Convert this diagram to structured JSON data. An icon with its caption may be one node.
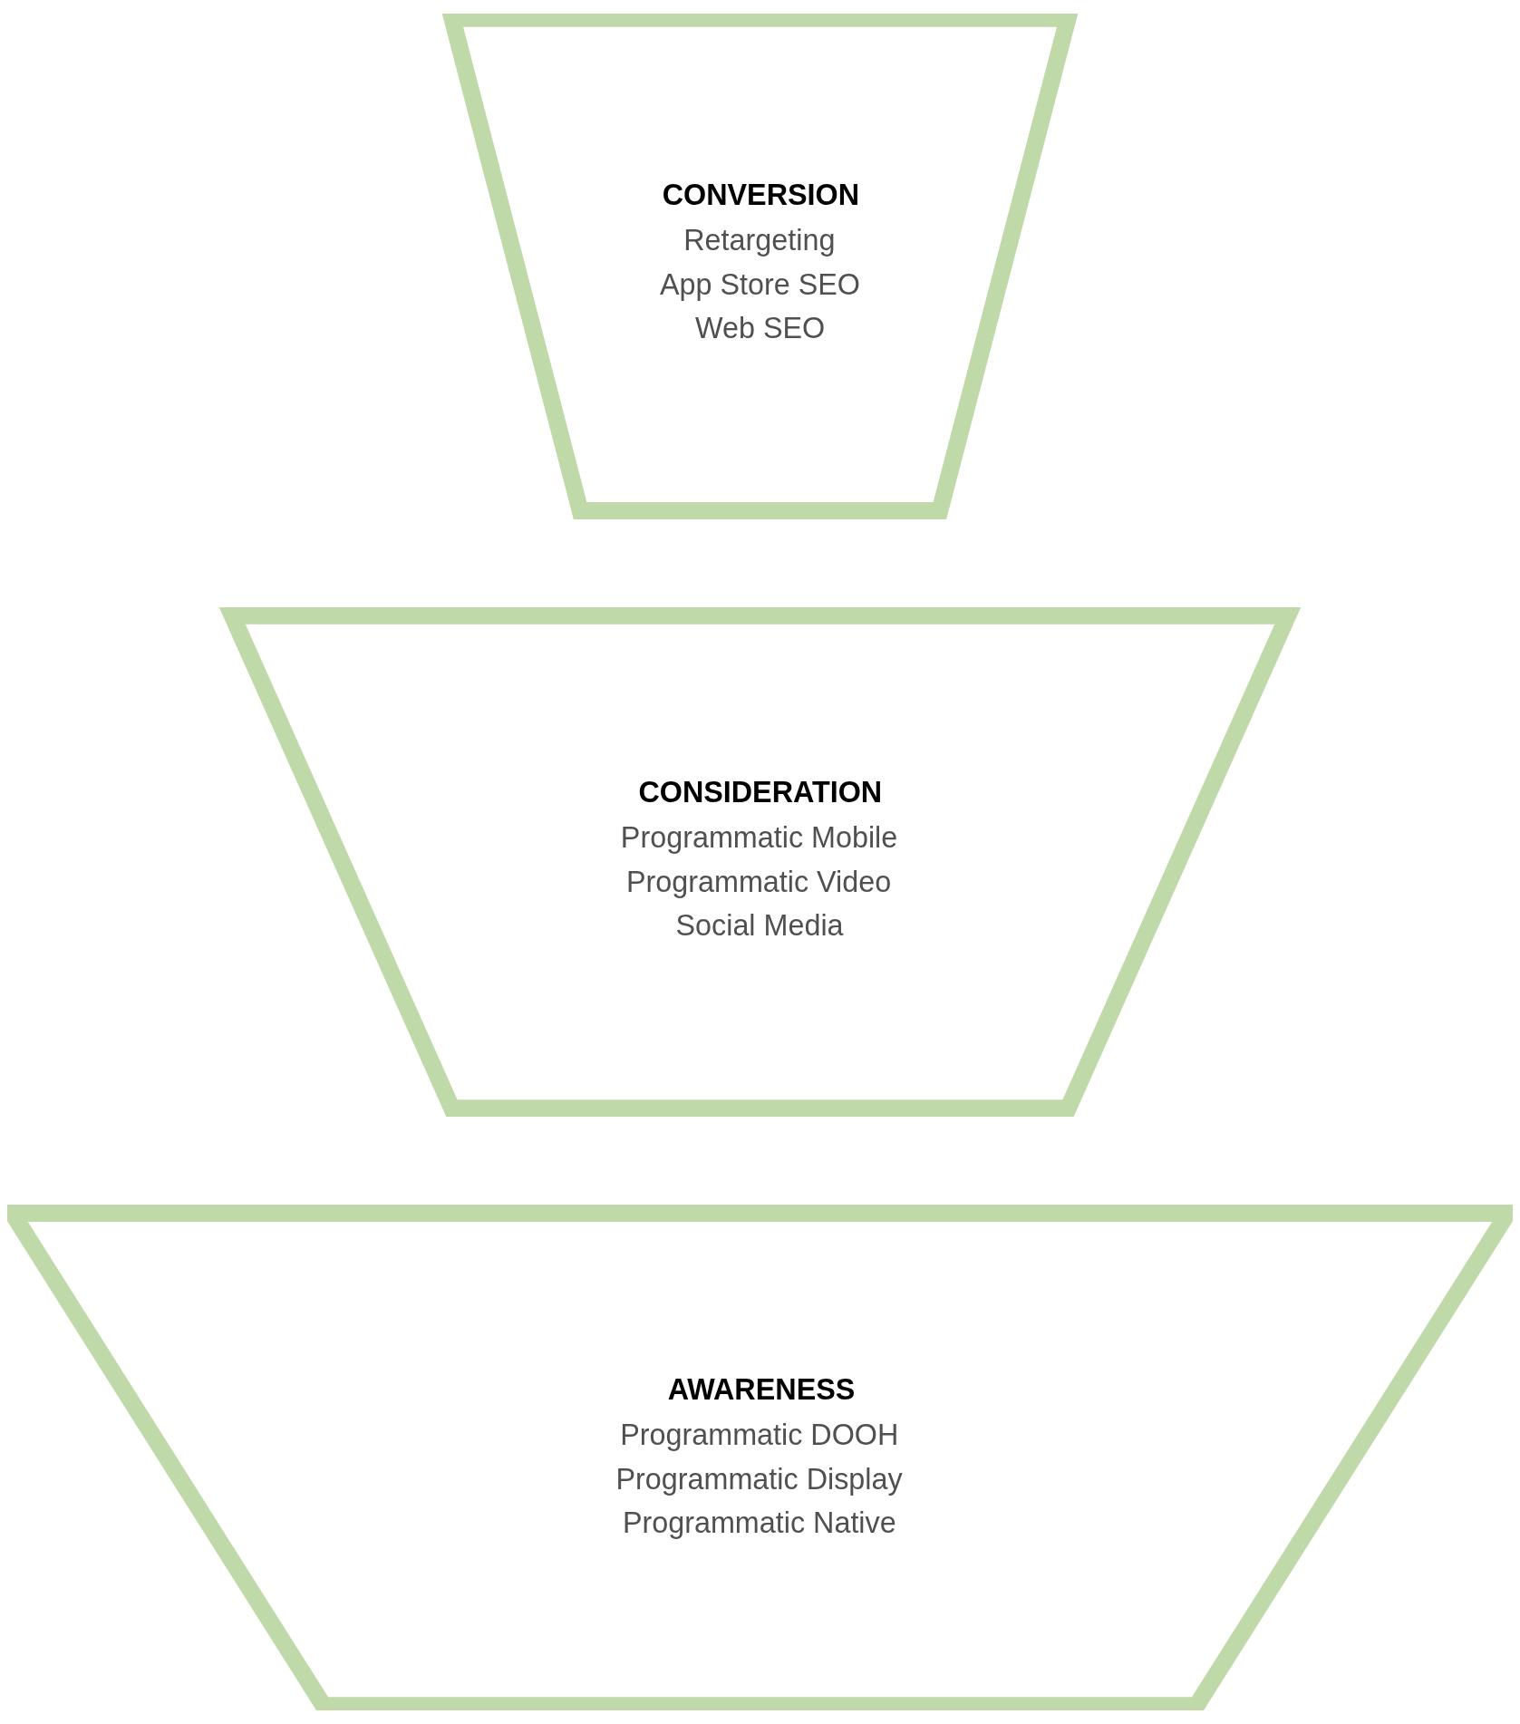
{
  "diagram": {
    "nodes": [
      {
        "text": [
          "AWARENESS",
          "Programmatic DOOH",
          "Programmatic Display",
          "Programmatic Native"
        ]
      },
      {
        "text": [
          "CONSIDERATION",
          "Programmatic Mobile",
          "Programmatic Video",
          "Social Media"
        ]
      },
      {
        "text": [
          "CONVERSION",
          "Retargeting",
          "App Store SEO",
          "Web SEO"
        ]
      }
    ],
    "edges": []
  }
}
